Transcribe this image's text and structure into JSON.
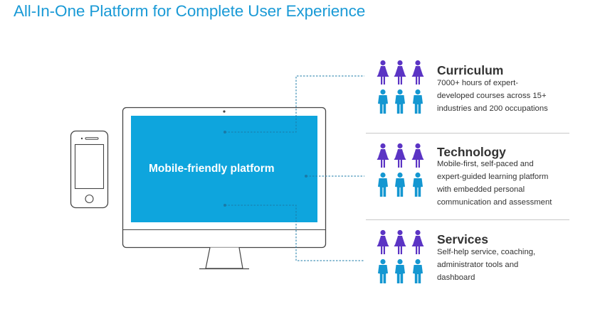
{
  "title": "All-In-One Platform for Complete User Experience",
  "screen_label": "Mobile-friendly platform",
  "sections": [
    {
      "title": "Curriculum",
      "lines": [
        "7000+ hours of expert-",
        "developed courses across 15+",
        "industries and 200 occupations"
      ]
    },
    {
      "title": "Technology",
      "lines": [
        "Mobile-first, self-paced and",
        "expert-guided learning platform",
        "with embedded personal",
        "communication and assessment"
      ]
    },
    {
      "title": "Services",
      "lines": [
        "Self-help service, coaching,",
        "administrator tools and",
        "dashboard"
      ]
    }
  ],
  "colors": {
    "title": "#1a9ad6",
    "screen": "#0ea5dd",
    "female_icon": "#5b34c4",
    "male_icon": "#1497d1",
    "connector": "#1a7aa7"
  },
  "icons": [
    "smartphone-icon",
    "desktop-monitor-icon",
    "female-person-icon",
    "male-person-icon"
  ]
}
